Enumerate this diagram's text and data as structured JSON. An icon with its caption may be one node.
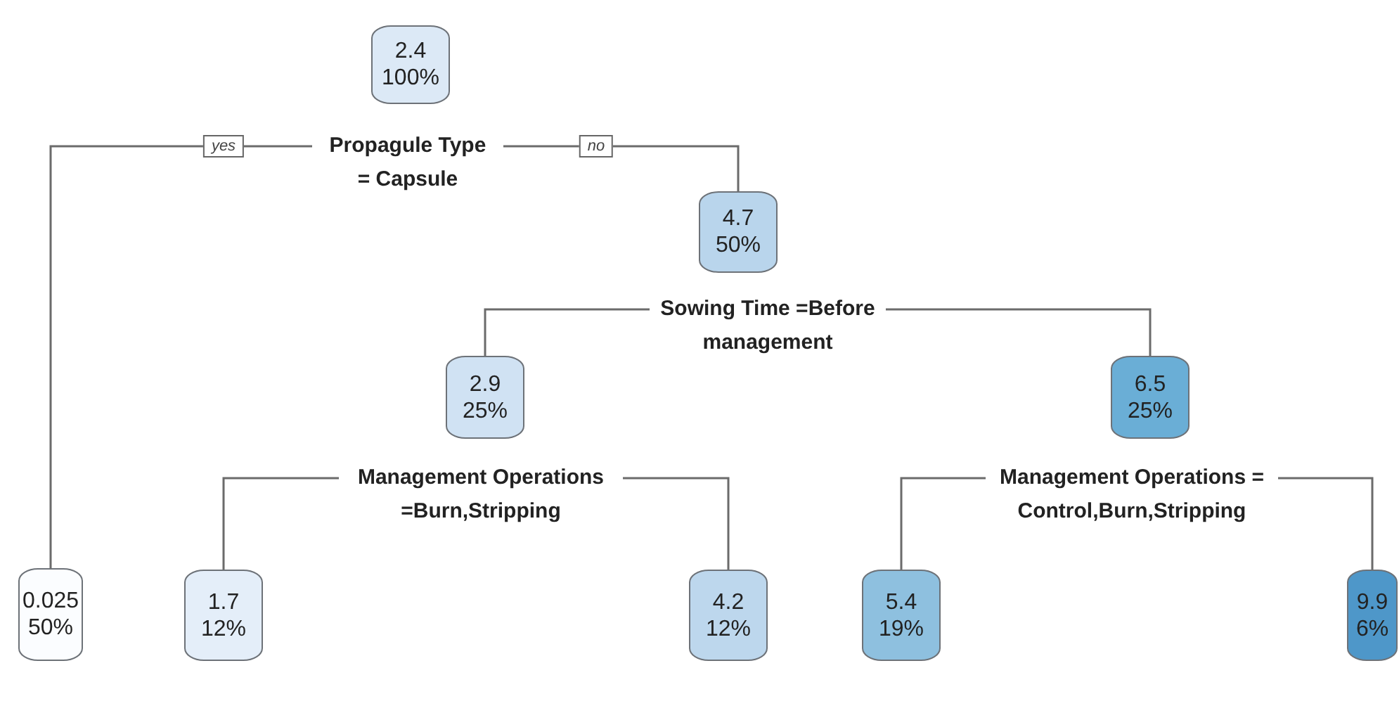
{
  "diagram": {
    "nodes": [
      {
        "text": [
          "2.4",
          "100%"
        ]
      },
      {
        "text": [
          "Propagule Type = Capsule"
        ]
      },
      {
        "text": [
          "0.025",
          "50%"
        ]
      },
      {
        "text": [
          "4.7",
          "50%"
        ]
      },
      {
        "text": [
          "Sowing Time =Before management"
        ]
      },
      {
        "text": [
          "2.9",
          "25%"
        ]
      },
      {
        "text": [
          "6.5",
          "25%"
        ]
      },
      {
        "text": [
          "Management Operations =Burn,Stripping"
        ]
      },
      {
        "text": [
          "1.7",
          "12%"
        ]
      },
      {
        "text": [
          "4.2",
          "12%"
        ]
      },
      {
        "text": [
          "Management Operations = Control,Burn,Stripping"
        ]
      },
      {
        "text": [
          "5.4",
          "19%"
        ]
      },
      {
        "text": [
          "9.9",
          "6%"
        ]
      }
    ],
    "edges": [
      {
        "from": 1,
        "to": 2,
        "arrow": "none",
        "label": "yes"
      },
      {
        "from": 1,
        "to": 3,
        "arrow": "none",
        "label": "no"
      },
      {
        "from": 4,
        "to": 5,
        "arrow": "none"
      },
      {
        "from": 4,
        "to": 6,
        "arrow": "none"
      },
      {
        "from": 7,
        "to": 8,
        "arrow": "none"
      },
      {
        "from": 7,
        "to": 9,
        "arrow": "none"
      },
      {
        "from": 10,
        "to": 11,
        "arrow": "none"
      },
      {
        "from": 10,
        "to": 12,
        "arrow": "none"
      }
    ]
  }
}
